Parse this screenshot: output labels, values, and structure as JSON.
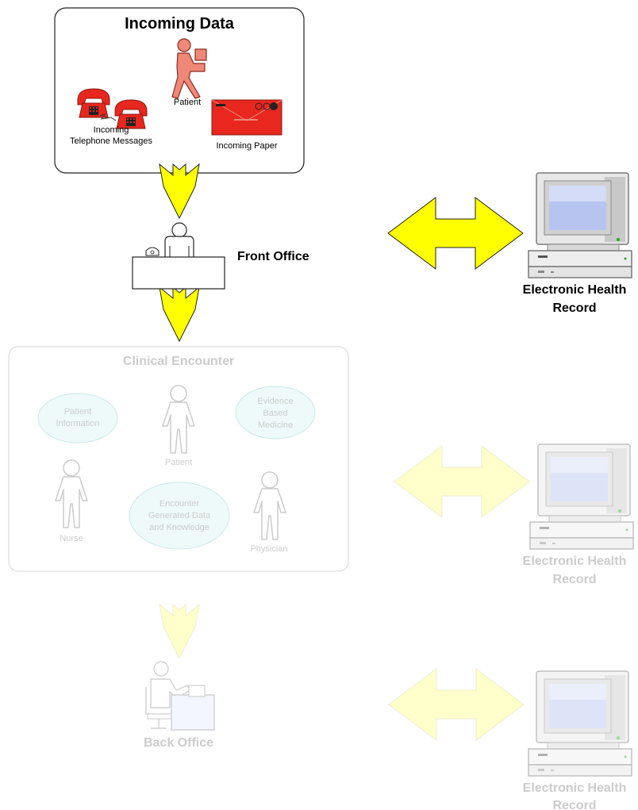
{
  "incoming": {
    "title": "Incoming Data",
    "patient": "Patient",
    "phone_line1": "Incoming",
    "phone_line2": "Telephone Messages",
    "paper": "Incoming Paper"
  },
  "front_office": {
    "label": "Front Office"
  },
  "clinical": {
    "title": "Clinical Encounter",
    "patient_info": [
      "Patient",
      "Information"
    ],
    "evidence": [
      "Evidence",
      "Based",
      "Medicine"
    ],
    "encounter": [
      "Encounter",
      "Generated Data",
      "and Knowledge"
    ],
    "patient": "Patient",
    "nurse": "Nurse",
    "physician": "Physician"
  },
  "back_office": {
    "label": "Back Office"
  },
  "ehr": [
    {
      "line1": "Electronic Health",
      "line2": "Record"
    },
    {
      "line1": "Electronic Health",
      "line2": "Record"
    },
    {
      "line1": "Electronic Health",
      "line2": "Record"
    }
  ],
  "colors": {
    "arrow_fill": "#ffff00",
    "arrow_faded": "#ffffcc",
    "icon_red": "#e8271e",
    "clinical_ellipse": "#eefafa",
    "faded_text": "#cccccc"
  }
}
